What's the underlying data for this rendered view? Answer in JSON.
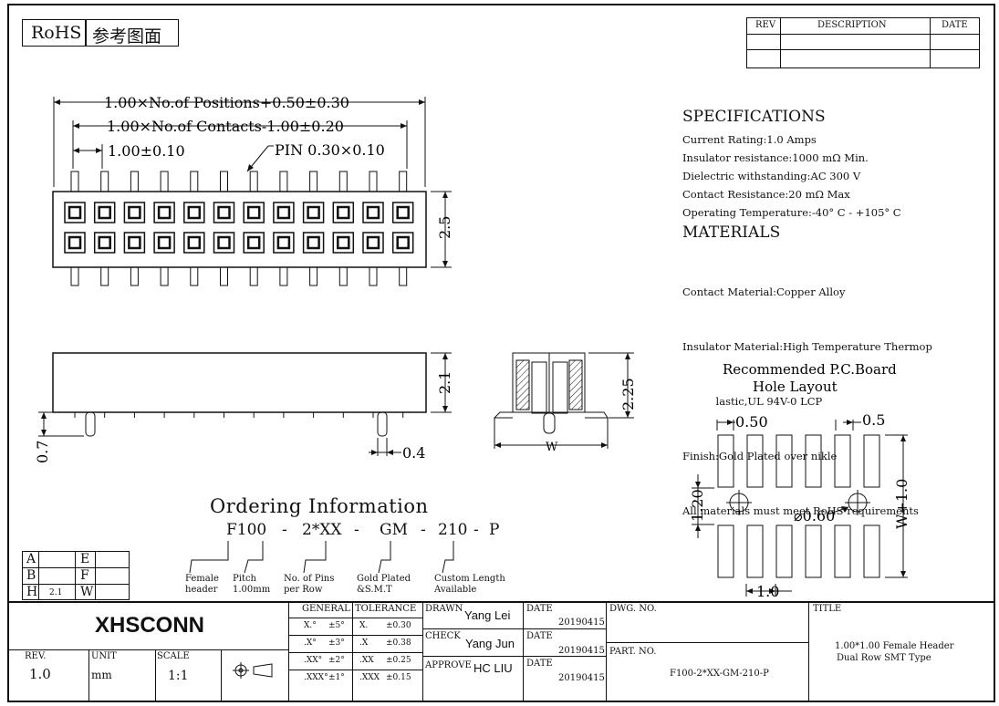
{
  "header": {
    "rohs": "RoHS",
    "reference": "参考图面"
  },
  "revision_table": {
    "col_rev": "REV",
    "col_description": "DESCRIPTION",
    "col_date": "DATE"
  },
  "dimensions": {
    "positions_formula": "1.00×No.of Positions+0.50±0.30",
    "contacts_formula": "1.00×No.of Contacts-1.00±0.20",
    "pitch": "1.00±0.10",
    "pin": "PIN 0.30×0.10",
    "height_top": "2.5",
    "height_side": "2.1",
    "height_end": "2.25",
    "pin_length": "0.7",
    "tail": "0.4",
    "width_label": "W"
  },
  "specifications": {
    "title": "SPECIFICATIONS",
    "lines": [
      "Current Rating:1.0 Amps",
      "Insulator resistance:1000  mΩ Min.",
      "Dielectric withstanding:AC 300 V",
      "Contact Resistance:20 mΩ  Max",
      "Operating Temperature:-40° C - +105° C"
    ]
  },
  "materials": {
    "title": "MATERIALS",
    "lines": [
      "Contact Material:Copper Alloy",
      "Insulator Material:High Temperature Thermop",
      "          lastic,UL 94V-0 LCP",
      "Finish:Gold Plated over nikle",
      "All materials must meet RoHS requirements"
    ]
  },
  "pcb_layout": {
    "title_line1": "Recommended P.C.Board",
    "title_line2": "Hole Layout",
    "pad_width": "0.50",
    "pad_gap": "0.5",
    "row_spacing": "1.20",
    "hole": "⌀0.60",
    "total": "W+1.0",
    "pitch": "1.0"
  },
  "ordering": {
    "title": "Ordering Information",
    "code_parts": [
      "F100",
      "-",
      "2*XX",
      "-",
      "GM",
      "-",
      "210",
      "-",
      "P"
    ],
    "labels": [
      {
        "line1": "Female",
        "line2": "header"
      },
      {
        "line1": "Pitch",
        "line2": "1.00mm"
      },
      {
        "line1": "No. of Pins",
        "line2": "per Row"
      },
      {
        "line1": "Gold Plated",
        "line2": "&S.M.T"
      },
      {
        "line1": "Custom Length",
        "line2": "Available"
      }
    ]
  },
  "abc_table": {
    "a": "A",
    "b": "B",
    "h": "H",
    "h_val": "2.1",
    "e": "E",
    "f": "F",
    "w": "W"
  },
  "title_block": {
    "company": "XHSCONN",
    "rev_label": "REV.",
    "rev_value": "1.0",
    "unit_label": "UNIT",
    "unit_value": "mm",
    "scale_label": "SCALE",
    "scale_value": "1:1",
    "general": "GENERAL",
    "tolerance": "TOLERANCE",
    "tol_rows": [
      {
        "g": "X.°",
        "gv": "±5°",
        "t": "X.",
        "tv": "±0.30"
      },
      {
        "g": ".X°",
        "gv": "±3°",
        "t": ".X",
        "tv": "±0.38"
      },
      {
        "g": ".XX°",
        "gv": "±2°",
        "t": ".XX",
        "tv": "±0.25"
      },
      {
        "g": ".XXX°",
        "gv": "±1°",
        "t": ".XXX",
        "tv": "±0.15"
      }
    ],
    "drawn_label": "DRAWN",
    "drawn_name": "Yang Lei",
    "check_label": "CHECK",
    "check_name": "Yang Jun",
    "approve_label": "APPROVE",
    "approve_name": "HC LIU",
    "date_label": "DATE",
    "date1": "20190415",
    "date2": "20190415",
    "date3": "20190415",
    "dwg_no_label": "DWG. NO.",
    "part_no_label": "PART. NO.",
    "part_no": "F100-2*XX-GM-210-P",
    "title_label": "TITLE",
    "title_line1": "1.00*1.00 Female Header",
    "title_line2": "Dual Row SMT Type"
  }
}
